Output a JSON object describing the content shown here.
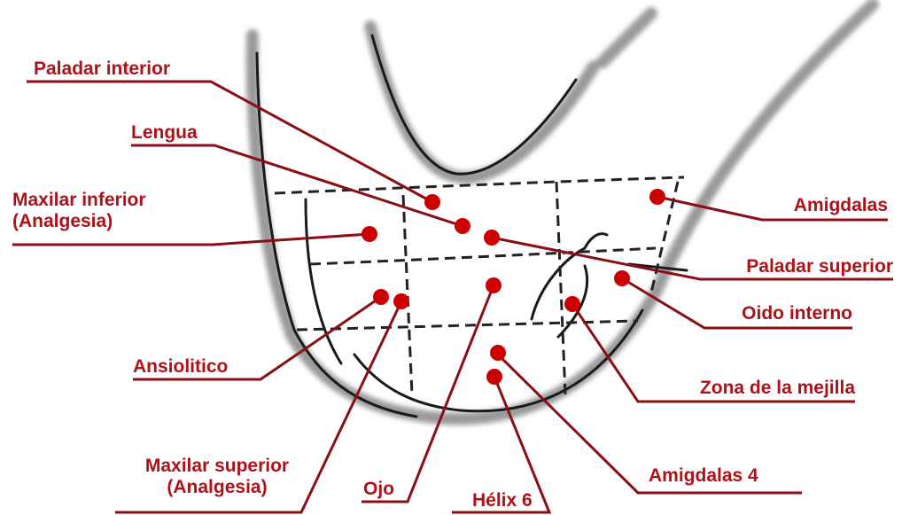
{
  "colors": {
    "label": "#b01018",
    "leader": "#8a0f14",
    "point": "#cc0000",
    "outline": "#1a1a1a",
    "grid": "#222222"
  },
  "labels": {
    "paladar_interior": "Paladar interior",
    "lengua": "Lengua",
    "maxilar_inferior": [
      "Maxilar inferior",
      "(Analgesia)"
    ],
    "ansiolitico": "Ansiolitico",
    "maxilar_superior": [
      "Maxilar superior",
      "(Analgesia)"
    ],
    "ojo": "Ojo",
    "helix_6": "Hélix 6",
    "amigdalas_4": "Amigdalas 4",
    "zona_mejilla": "Zona de la mejilla",
    "oido_interno": "Oido interno",
    "paladar_superior": "Paladar superior",
    "amigdalas": "Amigdalas"
  }
}
